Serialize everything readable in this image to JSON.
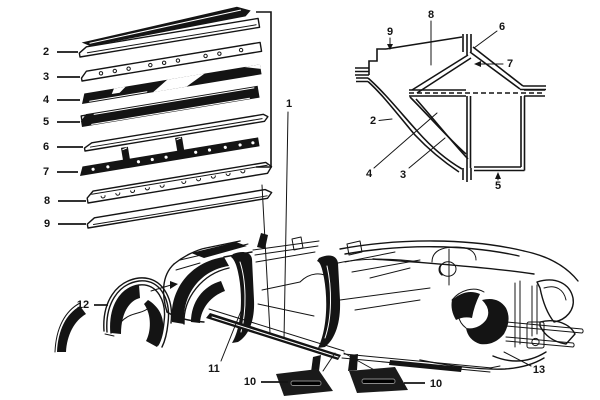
{
  "diagram": {
    "background": "#ffffff",
    "ink": "#141414",
    "mat_fill": "#1a1a1a",
    "slot_rim": "#8a8a8a",
    "callouts": {
      "group": {
        "c1": "1"
      },
      "stack": {
        "c2": "2",
        "c3": "3",
        "c4": "4",
        "c5": "5",
        "c6": "6",
        "c7": "7",
        "c8": "8",
        "c9": "9"
      },
      "section": {
        "c2": "2",
        "c3": "3",
        "c4": "4",
        "c5": "5",
        "c6": "6",
        "c7": "7",
        "c8": "8",
        "c9": "9"
      },
      "body": {
        "c10_left": "10",
        "c10_right": "10",
        "c11": "11",
        "c12": "12",
        "c13": "13"
      }
    }
  }
}
